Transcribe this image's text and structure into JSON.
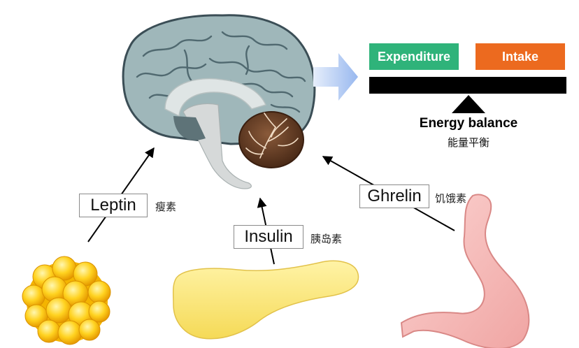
{
  "hormones": {
    "leptin": {
      "label": "Leptin",
      "chinese": "瘦素"
    },
    "insulin": {
      "label": "Insulin",
      "chinese": "胰岛素"
    },
    "ghrelin": {
      "label": "Ghrelin",
      "chinese": "饥饿素"
    }
  },
  "balance": {
    "expenditure_label": "Expenditure",
    "intake_label": "Intake",
    "title": "Energy balance",
    "subtitle": "能量平衡",
    "expenditure_color": "#2fb37a",
    "intake_color": "#ec6a1f"
  },
  "organs": [
    "brain",
    "adipose-tissue",
    "pancreas",
    "stomach"
  ]
}
